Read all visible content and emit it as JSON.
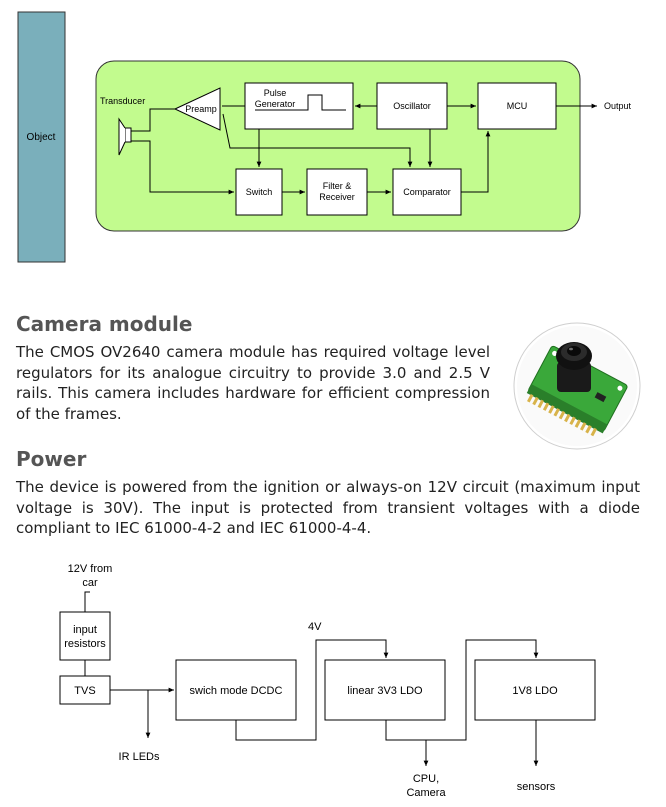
{
  "ultrasonic_diagram": {
    "object_label": "Object",
    "transducer_label": "Transducer",
    "preamp_label": "Preamp",
    "pulse_generator_line1": "Pulse",
    "pulse_generator_line2": "Generator",
    "oscillator_label": "Oscillator",
    "mcu_label": "MCU",
    "output_label": "Output",
    "switch_label": "Switch",
    "filter_receiver_line1": "Filter &",
    "filter_receiver_line2": "Receiver",
    "comparator_label": "Comparator",
    "colors": {
      "object_fill": "#7aafbb",
      "board_fill": "#c2fb8e"
    }
  },
  "camera_section": {
    "title": "Camera module",
    "body": "The CMOS OV2640 camera module has required voltage level regulators for its analogue circuitry to provide 3.0 and 2.5 V rails. This camera includes hardware for efficient compression of the frames.",
    "image_alt": "camera module photo"
  },
  "power_section": {
    "title": "Power",
    "body": "The device is powered from the ignition or always-on 12V circuit (maximum input voltage is 30V). The input is protected from transient voltages with a diode compliant to IEC 61000-4-2 and IEC 61000-4-4."
  },
  "power_diagram": {
    "source_line1": "12V from",
    "source_line2": "car",
    "input_resistors_line1": "input",
    "input_resistors_line2": "resistors",
    "tvs_label": "TVS",
    "dcdc_label": "swich mode DCDC",
    "ldo_3v3_label": "linear 3V3 LDO",
    "ldo_1v8_label": "1V8 LDO",
    "rail_4v_label": "4V",
    "ir_leds_label": "IR LEDs",
    "cpu_camera_line1": "CPU,",
    "cpu_camera_line2": "Camera",
    "sensors_label": "sensors"
  }
}
